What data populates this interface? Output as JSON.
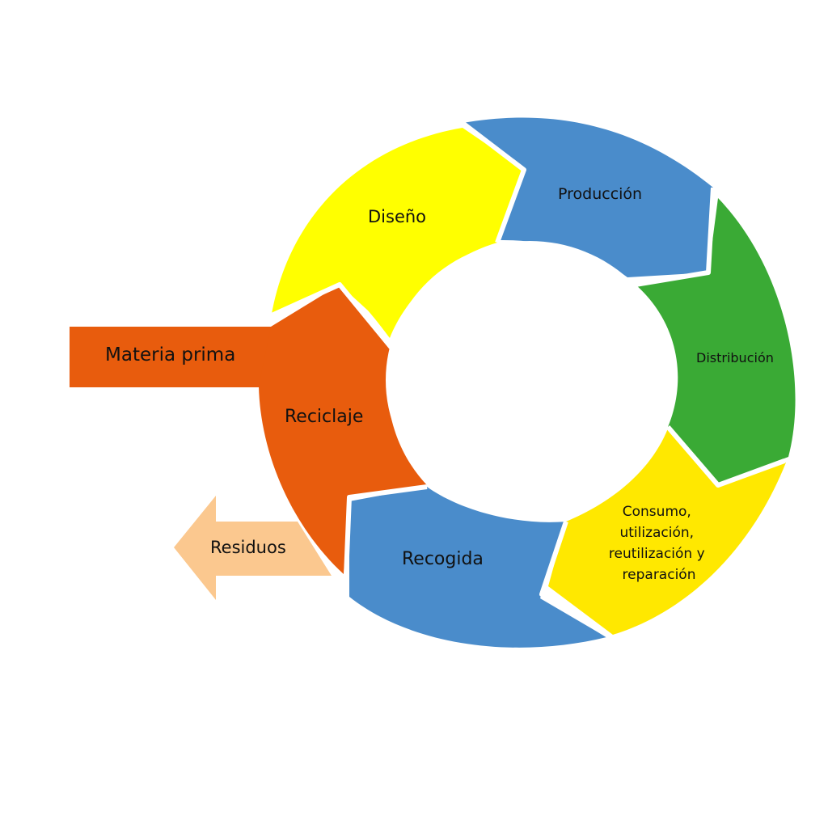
{
  "diagram": {
    "inputs": {
      "raw_material": {
        "label": "Materia prima",
        "color": "#e85c0d"
      },
      "waste": {
        "label": "Residuos",
        "color": "#fbc88f"
      }
    },
    "cycle_stages": [
      {
        "id": "diseno",
        "label": "Diseño",
        "color": "#ffff00"
      },
      {
        "id": "produccion",
        "label": "Producción",
        "color": "#4a8ccb"
      },
      {
        "id": "distribucion",
        "label": "Distribución",
        "color": "#3aaa35"
      },
      {
        "id": "consumo",
        "label_lines": [
          "Consumo,",
          "utilización,",
          "reutilización y",
          "reparación"
        ],
        "color": "#ffe800"
      },
      {
        "id": "recogida",
        "label": "Recogida",
        "color": "#4a8ccb"
      },
      {
        "id": "reciclaje",
        "label": "Reciclaje",
        "color": "#e85c0d"
      }
    ]
  }
}
